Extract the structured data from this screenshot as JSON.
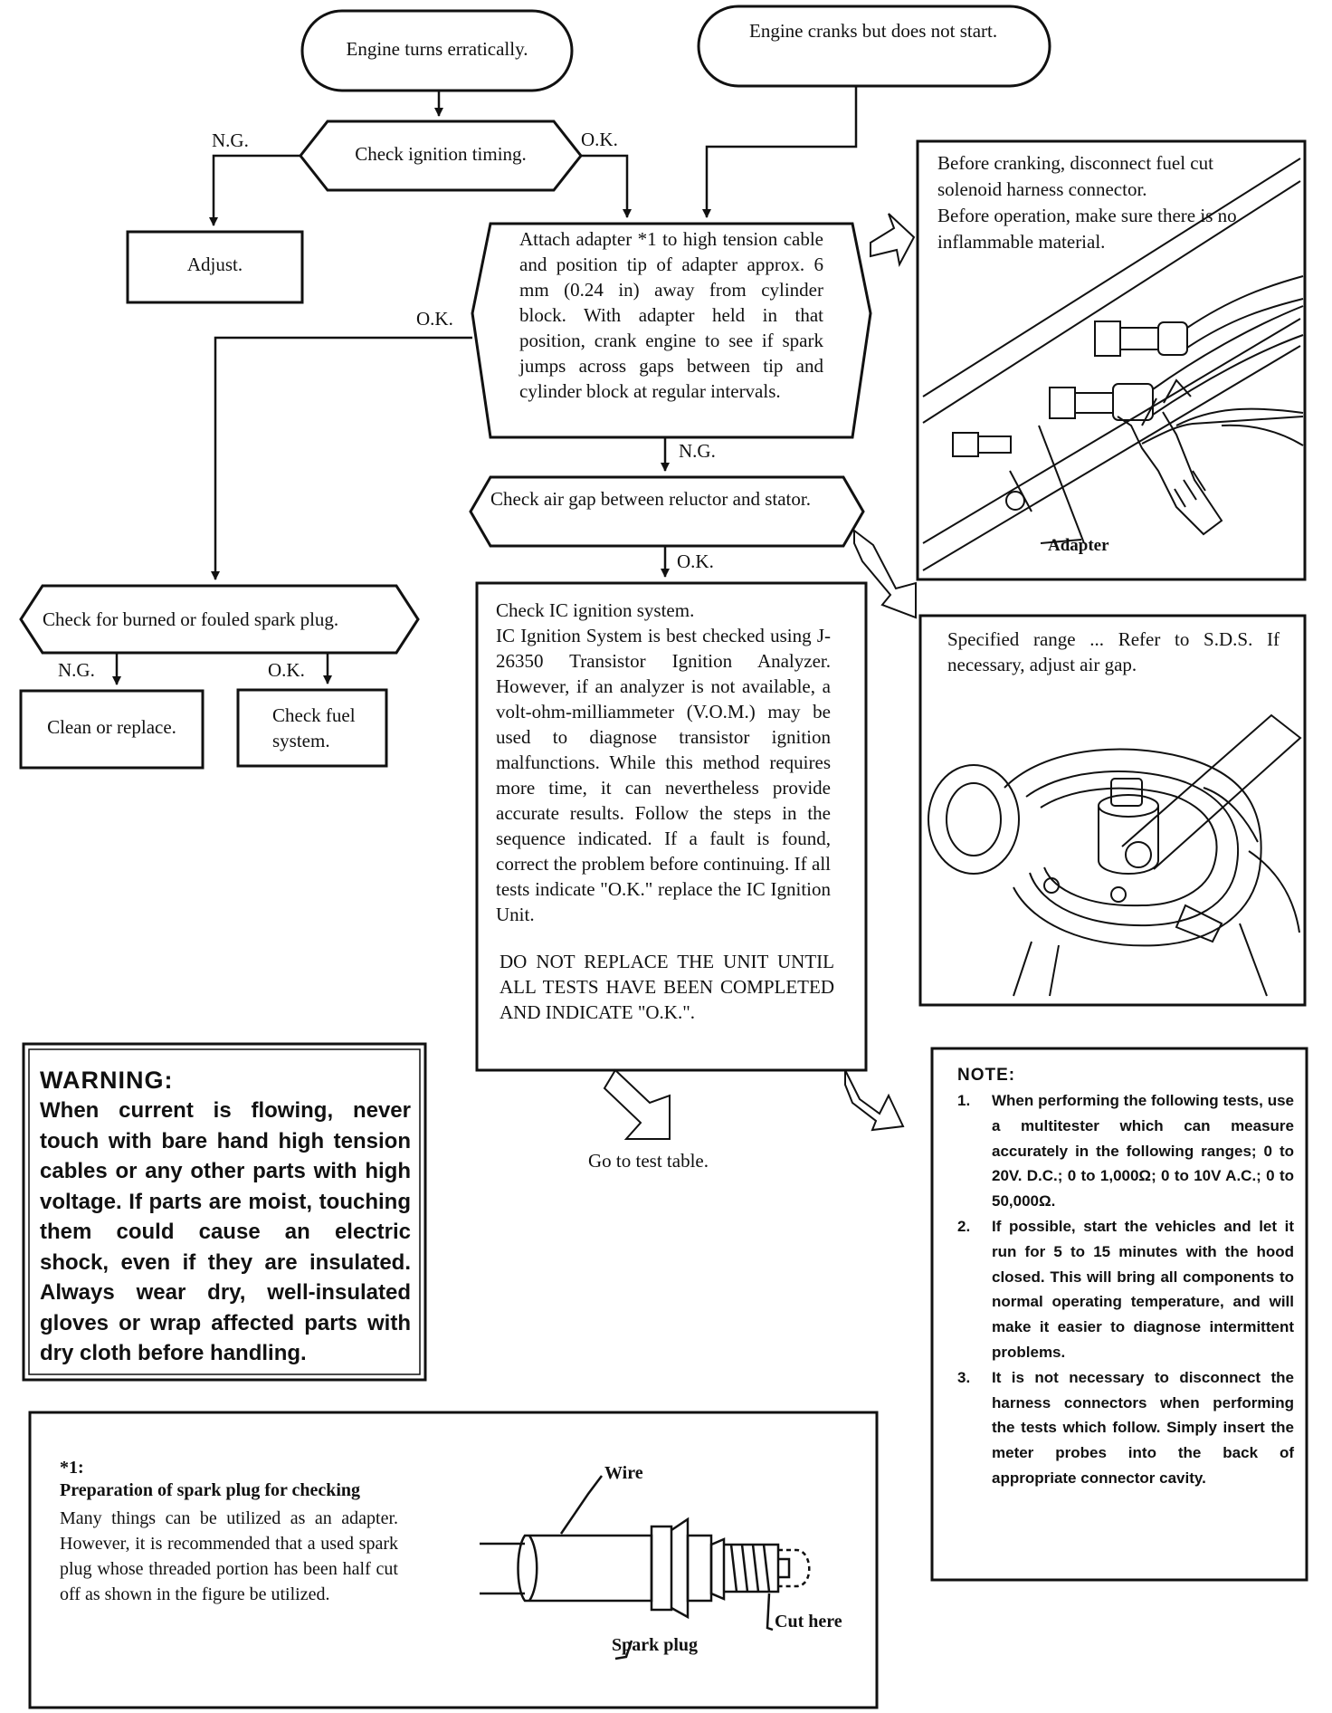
{
  "flowchart": {
    "start_erratic": "Engine turns erratically.",
    "start_cranks": "Engine cranks but does not start.",
    "check_timing": "Check ignition timing.",
    "adjust": "Adjust.",
    "spark_test": "Attach adapter *1 to high tension cable and position tip of adapter approx. 6 mm (0.24 in) away from cylinder block. With adapter held in that position, crank engine to see if spark jumps across gaps between tip and cylinder block at regular intervals.",
    "check_air_gap": "Check air gap between reluctor and stator.",
    "check_plug": "Check for burned or fouled spark plug.",
    "clean_replace": "Clean or replace.",
    "check_fuel": "Check fuel system.",
    "ic_check": "Check IC ignition system.\nIC Ignition System is best checked using J-26350 Transistor Ignition Analyzer. However, if an analyzer is not available, a volt-ohm-milliammeter (V.O.M.) may be used to diagnose transistor ignition malfunctions. While this method requires more time, it can nevertheless provide accurate results. Follow the steps in the sequence indicated. If a fault is found, correct the problem before continuing. If all tests indicate \"O.K.\" replace the IC Ignition Unit.",
    "ic_caps": "DO NOT REPLACE THE UNIT UNTIL ALL TESTS HAVE BEEN COMPLETED AND INDICATE \"O.K.\".",
    "go_to_table": "Go to test table."
  },
  "labels": {
    "ng": "N.G.",
    "ok": "O.K."
  },
  "callouts": {
    "cranking": "Before cranking, disconnect fuel cut solenoid harness connector.\nBefore operation, make sure there is no inflammable material.",
    "adapter": "Adapter",
    "spec_range": "Specified range ... Refer to S.D.S. If necessary, adjust air gap."
  },
  "warning": {
    "title": "WARNING:",
    "body": "When current is flowing, never touch with bare hand high tension cables or any other parts with high voltage. If parts are moist, touching them could cause an electric shock, even if they are insulated. Always wear dry, well-insulated gloves or wrap affected parts with dry cloth before handling."
  },
  "note": {
    "title": "NOTE:",
    "items": [
      {
        "num": "1.",
        "text": "When performing the following tests, use a multitester which can measure accurately in the following ranges; 0 to 20V. D.C.; 0 to 1,000Ω; 0 to 10V A.C.; 0 to 50,000Ω."
      },
      {
        "num": "2.",
        "text": "If possible, start the vehicles and let it run for 5 to 15 minutes with the hood closed. This will bring all components to normal operating temperature, and will make it easier to diagnose intermittent problems."
      },
      {
        "num": "3.",
        "text": "It is not necessary to disconnect the harness connectors when performing the tests which follow. Simply insert the meter probes into the back of appropriate connector cavity."
      }
    ]
  },
  "footnote": {
    "marker": "*1:",
    "heading": "Preparation of spark plug for checking",
    "body": "Many things can be utilized as an adapter. However, it is recommended that a used spark plug whose threaded portion has been half cut off as shown in the figure be utilized.",
    "wire": "Wire",
    "spark_plug": "Spark plug",
    "cut_here": "Cut here"
  }
}
